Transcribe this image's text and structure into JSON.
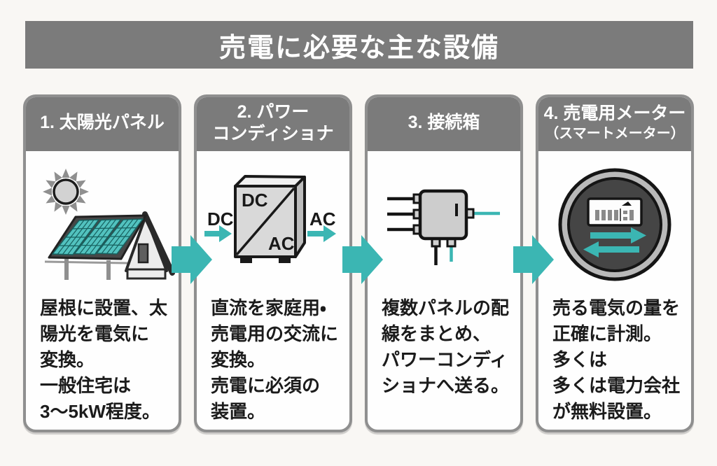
{
  "page": {
    "title": "売電に必要な主な設備"
  },
  "colors": {
    "accent_teal": "#3bb6b3",
    "header_gray": "#7b7b7b",
    "card_border_gray": "#8f8f8f",
    "background": "#f9f7f4",
    "text_black": "#1b1b1b"
  },
  "cards": [
    {
      "header_lines": [
        "1. 太陽光パネル"
      ],
      "icon": "solar-panel-house-icon",
      "body_lines": [
        "屋根に設置、太",
        "陽光を電気に",
        "変換。",
        "一般住宅は",
        "3〜5kW程度。"
      ]
    },
    {
      "header_lines": [
        "2. パワー",
        "コンディショナ"
      ],
      "icon": "power-conditioner-icon",
      "icon_labels": {
        "dc_in": "DC",
        "dc_internal": "DC",
        "ac_internal": "AC",
        "ac_out": "AC"
      },
      "body_lines": [
        "直流を家庭用・",
        "売電用の交流に",
        "変換。",
        "売電に必須の",
        "装置。"
      ]
    },
    {
      "header_lines": [
        "3. 接続箱"
      ],
      "icon": "junction-box-icon",
      "body_lines": [
        "複数パネルの配",
        "線をまとめ、",
        "パワーコンディ",
        "ショナへ送る。"
      ]
    },
    {
      "header_lines": [
        "4. 売電用メーター",
        "（スマートメーター）"
      ],
      "icon": "smart-meter-icon",
      "body_lines": [
        "売る電気の量を",
        "正確に計測。",
        "多くは",
        "多くは電力会社",
        "が無料設置。"
      ]
    }
  ]
}
